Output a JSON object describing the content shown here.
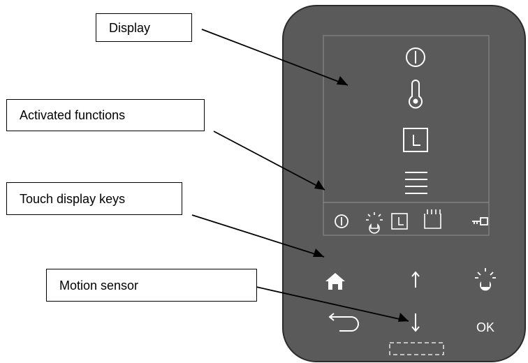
{
  "labels": {
    "display": "Display",
    "activated_functions": "Activated functions",
    "touch_display_keys": "Touch display keys",
    "motion_sensor": "Motion sensor"
  },
  "display_icons": {
    "main": [
      "power-icon",
      "thermometer-icon",
      "clock-icon",
      "menu-lines-icon"
    ],
    "status_row": [
      "power-icon",
      "light-icon",
      "clock-icon",
      "calendar-icon",
      "key-icon"
    ]
  },
  "keys": {
    "home": "home-icon",
    "up": "arrow-up-icon",
    "light": "light-icon",
    "back": "back-icon",
    "down": "arrow-down-icon",
    "ok_label": "OK"
  },
  "colors": {
    "panel": "#5a5a5a",
    "panel_border": "#2b2b2b",
    "icon": "#ffffff",
    "line": "#000000"
  }
}
